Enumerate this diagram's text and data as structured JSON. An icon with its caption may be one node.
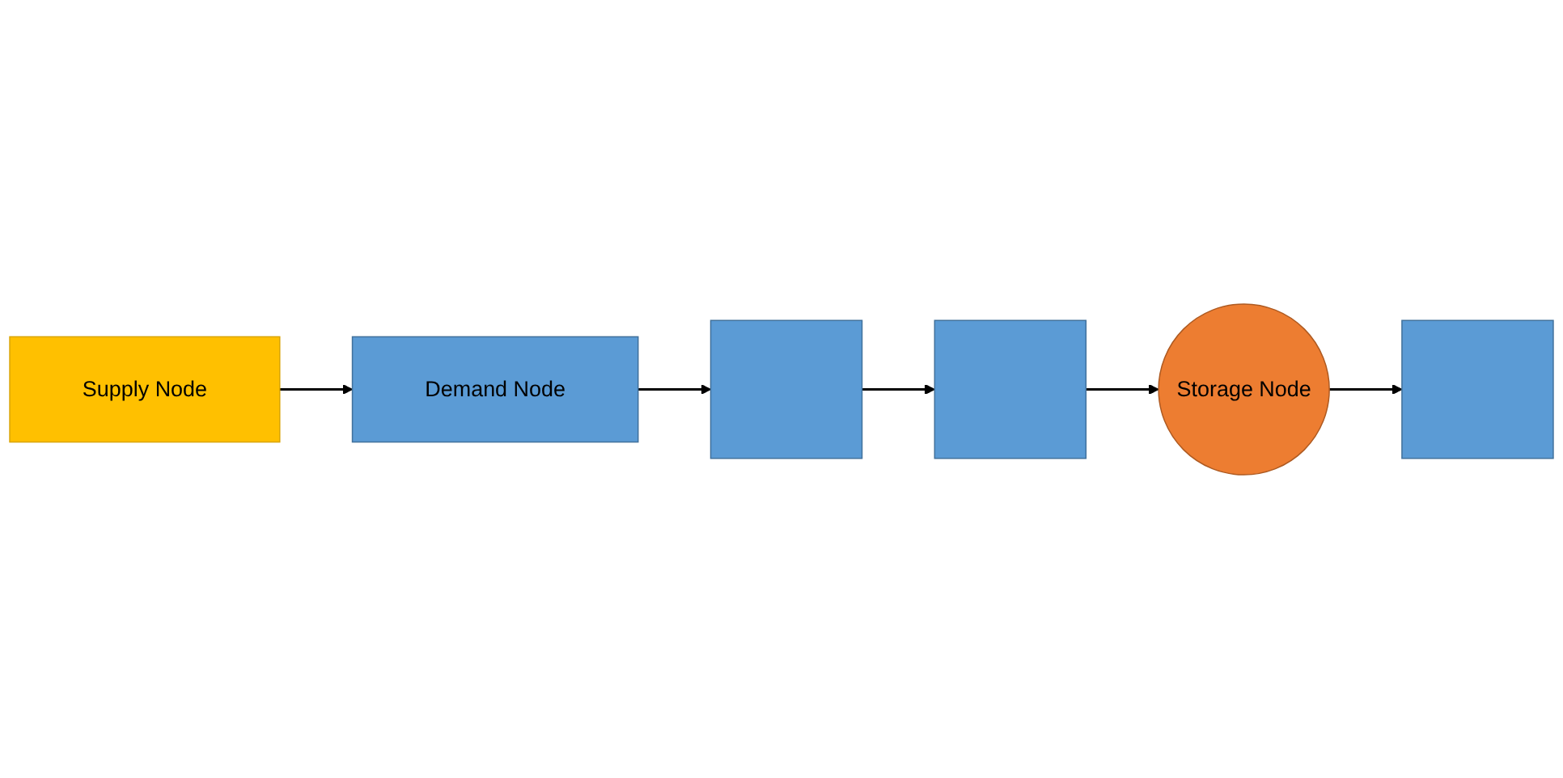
{
  "diagram": {
    "nodes": [
      {
        "text": [
          "Supply Node"
        ]
      },
      {
        "text": [
          "Demand Node"
        ]
      },
      {
        "text": [],
        "shape": "box"
      },
      {
        "text": [],
        "shape": "box"
      },
      {
        "text": [
          "Storage Node"
        ]
      },
      {
        "text": [],
        "shape": "box"
      }
    ],
    "edges": [
      {
        "from": 0,
        "to": 1,
        "arrow": "to"
      },
      {
        "from": 1,
        "to": 2,
        "arrow": "to"
      },
      {
        "from": 2,
        "to": 3,
        "arrow": "to"
      },
      {
        "from": 3,
        "to": 4,
        "arrow": "to"
      },
      {
        "from": 4,
        "to": 5,
        "arrow": "to"
      }
    ]
  }
}
